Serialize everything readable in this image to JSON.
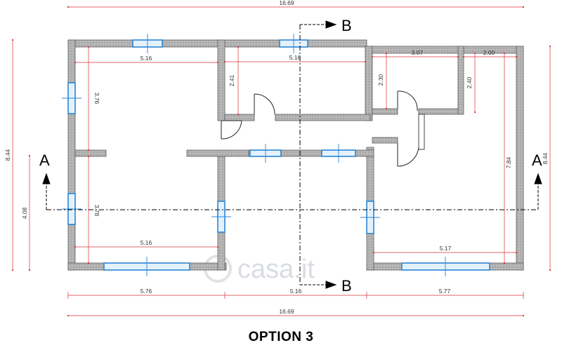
{
  "caption": "OPTION 3",
  "watermark": "casa.it",
  "section_labels": {
    "a_left": "A",
    "a_right": "A",
    "b_top": "B",
    "b_bottom": "B"
  },
  "dimensions": {
    "overall_top": "16.69",
    "overall_bottom": "16.69",
    "bottom_left": "5.76",
    "bottom_mid": "5.16",
    "bottom_right": "5.77",
    "left_overall": "8.44",
    "left_lower": "4.08",
    "right_overall": "8.44",
    "room1_width_top": "5.16",
    "room1_height_upper": "3.76",
    "room1_height_lower": "3.78",
    "room1_width_bottom": "5.16",
    "room2_width": "5.16",
    "room2_height": "2.41",
    "room3_width": "3.07",
    "room3_height": "2.30",
    "room4_width": "2.00",
    "room4_height": "2.40",
    "room5_height": "7.84",
    "room5_width": "5.17"
  },
  "colors": {
    "wall": "#a9a9a9",
    "dimension": "#d9303a",
    "window": "#2a86d6",
    "section_line": "#000000"
  }
}
